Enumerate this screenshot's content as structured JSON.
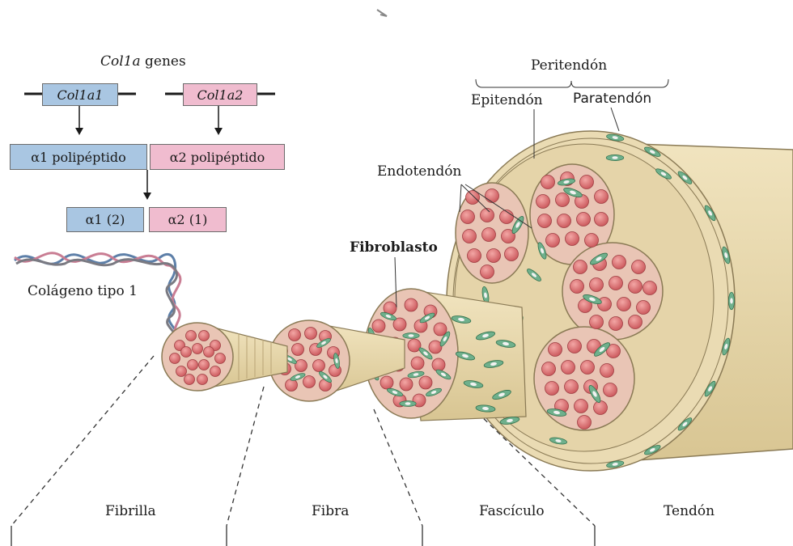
{
  "genes": {
    "heading_italic": "Col1a",
    "heading_rest": " genes",
    "gene1": "Col1a1",
    "gene2": "Col1a2"
  },
  "polypeptides": {
    "alpha1": "α1 polipéptido",
    "alpha2": "α2 polipéptido"
  },
  "chains": {
    "alpha1_count": "α1 (2)",
    "alpha2_count": "α2 (1)"
  },
  "labels": {
    "collagen": "Colágeno tipo 1",
    "fibroblast": "Fibroblasto",
    "endotendon": "Endotendón",
    "peritendon": "Peritendón",
    "epitendon": "Epitendón",
    "paratendon": "Paratendón"
  },
  "levels": [
    "Fibrilla",
    "Fibra",
    "Fascículo",
    "Tendón"
  ],
  "colors": {
    "blue_box": "#a9c6e2",
    "pink_box": "#f0bccf",
    "sheath": "#e8d9b0",
    "fascicle_fill": "#e9c5b5",
    "fibril": "#d9636b",
    "fibroblast": "#5aa27c"
  }
}
